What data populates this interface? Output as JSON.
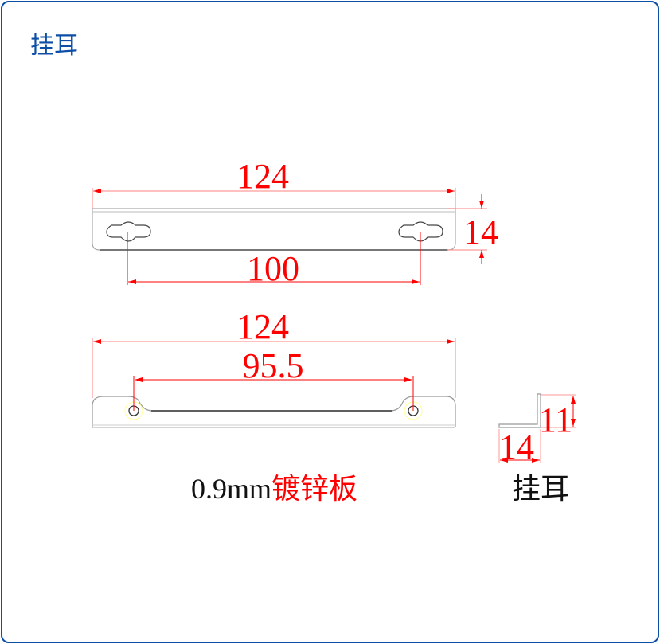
{
  "title": "挂耳",
  "colors": {
    "frame": "#0d4ea6",
    "dimension": "#ff0000",
    "outline": "#9a9a9a",
    "edge": "#333333"
  },
  "top_view": {
    "overall_length": "124",
    "height": "14",
    "hole_spacing": "100"
  },
  "bottom_view": {
    "overall_length": "124",
    "hole_spacing": "95.5"
  },
  "side_view": {
    "leg_horizontal": "14",
    "leg_vertical": "11",
    "label": "挂耳"
  },
  "material": {
    "thickness": "0.9mm",
    "name": "镀锌板"
  }
}
